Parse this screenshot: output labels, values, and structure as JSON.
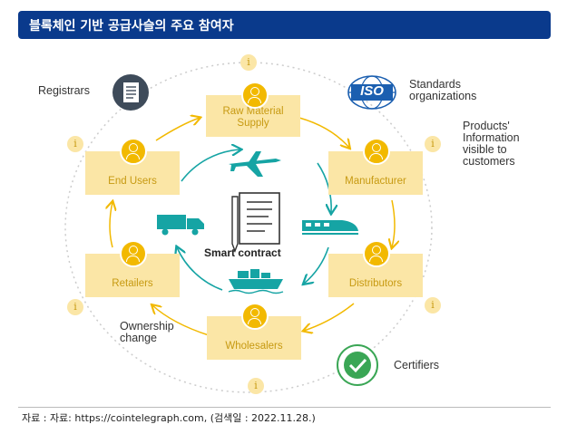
{
  "header": {
    "title": "블록체인 기반 공급사슬의 주요 참여자"
  },
  "nodes": {
    "raw_material": "Raw Material\nSupply",
    "manufacturer": "Manufacturer",
    "distributors": "Distributors",
    "wholesalers": "Wholesalers",
    "retailers": "Retailers",
    "end_users": "End Users"
  },
  "center": {
    "label": "Smart contract"
  },
  "side_labels": {
    "registrars": "Registrars",
    "standards": "Standards\norganizations",
    "products_info": "Products'\nInformation\nvisible to\ncustomers",
    "ownership": "Ownership\nchange",
    "certifiers": "Certifiers",
    "iso_text": "ISO"
  },
  "info_marker": "i",
  "footer": {
    "source": "자료 : 자료: https://cointelegraph.com, (검색일 : 2022.11.28.)"
  },
  "colors": {
    "header_bg": "#0a3a8c",
    "box_bg": "#fbe6a6",
    "accent_yellow": "#f2b900",
    "teal": "#16a4a4",
    "iso_blue": "#1b5fb0",
    "green": "#3aa655"
  }
}
